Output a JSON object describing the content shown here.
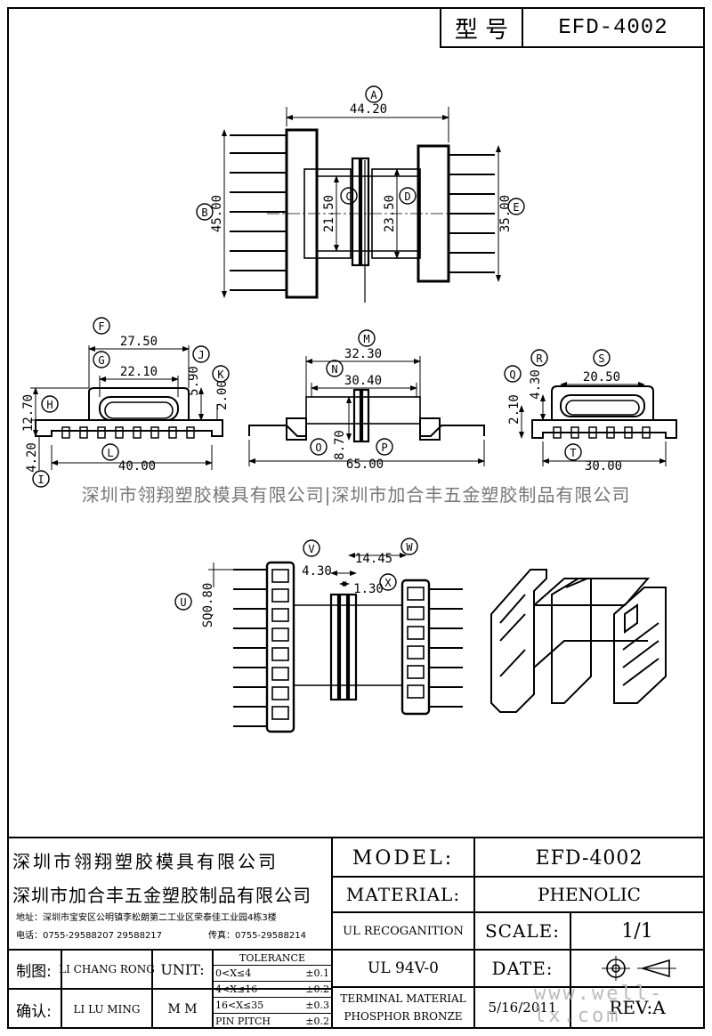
{
  "header": {
    "model_label": "型 号",
    "model_value": "EFD-4002"
  },
  "watermark": "深圳市翎翔塑胶模具有限公司|深圳市加合丰五金塑胶制品有限公司",
  "site_watermark": "www.well-lx.com",
  "views": {
    "top": {
      "A": "44.20",
      "B": "45.00",
      "C": "21.50",
      "D": "23.50",
      "E": "35.00"
    },
    "front_left": {
      "F": "27.50",
      "G": "22.10",
      "H": "12.70",
      "I": "4.20",
      "J": "5.90",
      "K": "2.00",
      "L": "40.00"
    },
    "front_mid": {
      "M": "32.30",
      "N": "30.40",
      "O": "8.70",
      "P": "65.00"
    },
    "front_right": {
      "Q": "2.10",
      "R": "4.30",
      "S": "20.50",
      "T": "30.00"
    },
    "bottom": {
      "U": "SQ0.80",
      "V": "4.30",
      "W": "14.45",
      "X": "1.30"
    }
  },
  "titleblock": {
    "company1": "深圳市翎翔塑胶模具有限公司",
    "company2": "深圳市加合丰五金塑胶制品有限公司",
    "address": "地址：深圳市宝安区公明镇李松朗第二工业区荣泰佳工业园4栋3楼",
    "phone": "电话：0755-29588207  29588217",
    "fax": "传真：0755-29588214",
    "model_label": "MODEL:",
    "model_value": "EFD-4002",
    "material_label": "MATERIAL:",
    "material_value": "PHENOLIC",
    "ul_label": "UL RECOGANITION",
    "ul_value": "UL 94V-0",
    "scale_label": "SCALE:",
    "scale_value": "1/1",
    "date_label": "DATE:",
    "date_value": "5/16/2011",
    "rev_label": "REV:A",
    "terminal1": "TERMINAL MATERIAL",
    "terminal2": "PHOSPHOR  BRONZE",
    "drawn_label": "制图:",
    "drawn_name": "LI CHANG RONG",
    "check_label": "确认:",
    "check_name": "LI LU MING",
    "unit_label": "UNIT:",
    "unit_value": "M M",
    "tol_title": "TOLERANCE",
    "tol_rows": [
      {
        "range": "0<X≤4",
        "val": "±0.1"
      },
      {
        "range": "4<X≤16",
        "val": "±0.2"
      },
      {
        "range": "16<X≤35",
        "val": "±0.3"
      },
      {
        "range": "PIN PITCH",
        "val": "±0.2"
      }
    ]
  }
}
